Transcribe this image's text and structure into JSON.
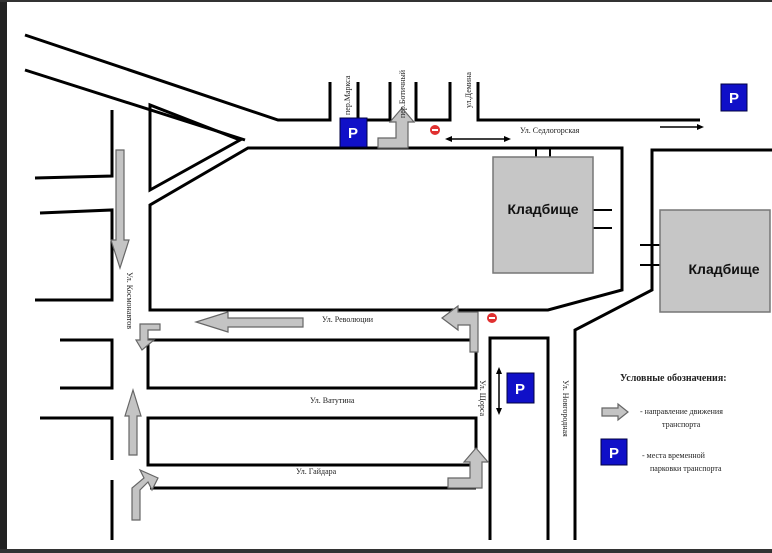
{
  "streets": {
    "sedlogorskaya": "Ул. Седлогорская",
    "revolyutsii": "Ул. Революции",
    "vatutina": "Ул. Ватутина",
    "gaidara": "Ул. Гайдара",
    "shchorsa": "Ул. Щорса",
    "novgorodnaya": "Ул. Новгородная",
    "left_vertical": "Ул. Космонавтов",
    "per_marksa": "пер.Маркса",
    "per_botichny": "пер.Ботичный",
    "ul_demina": "ул.Демина"
  },
  "landmarks": {
    "cemetery_1": "Кладбище",
    "cemetery_2": "Кладбище"
  },
  "parking_symbol": "P",
  "legend": {
    "title": "Условные обозначения:",
    "arrow_desc_1": "-  направление движения",
    "arrow_desc_2": "транспорта",
    "parking_desc_1": "-  места временной",
    "parking_desc_2": "парковки транспорта"
  },
  "colors": {
    "parking": "#1010c8",
    "arrow": "#c4c4c4",
    "no_entry": "#e03030"
  }
}
